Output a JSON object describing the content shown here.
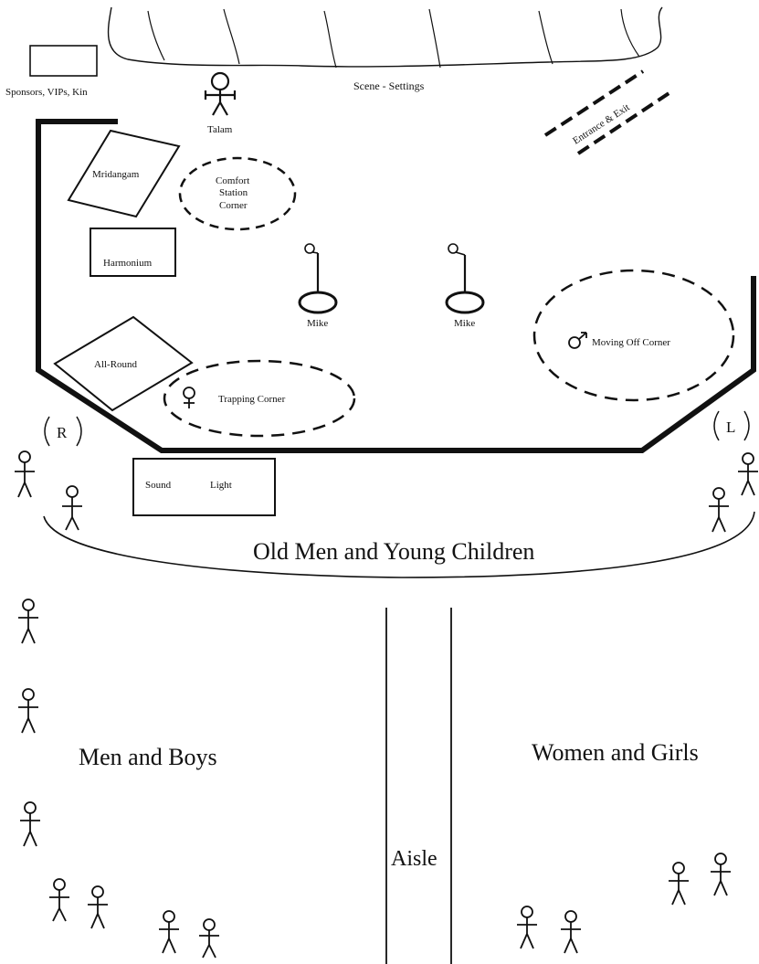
{
  "labels": {
    "sponsors": "Sponsors, VIPs, Kin",
    "scene_settings": "Scene - Settings",
    "talam": "Talam",
    "entrance_exit": "Entrance & Exit",
    "mridangam": "Mridangam",
    "comfort_1": "Comfort",
    "comfort_2": "Station",
    "comfort_3": "Corner",
    "harmonium": "Harmonium",
    "mike_left": "Mike",
    "mike_right": "Mike",
    "moving_off": "Moving Off Corner",
    "all_round": "All-Round",
    "trapping": "Trapping Corner",
    "right_marker": "R",
    "left_marker": "L",
    "sound": "Sound",
    "light": "Light",
    "old_men": "Old Men and Young Children",
    "men_boys": "Men and Boys",
    "women_girls": "Women and Girls",
    "aisle": "Aisle"
  },
  "colors": {
    "ink": "#111111",
    "paper": "#ffffff"
  }
}
